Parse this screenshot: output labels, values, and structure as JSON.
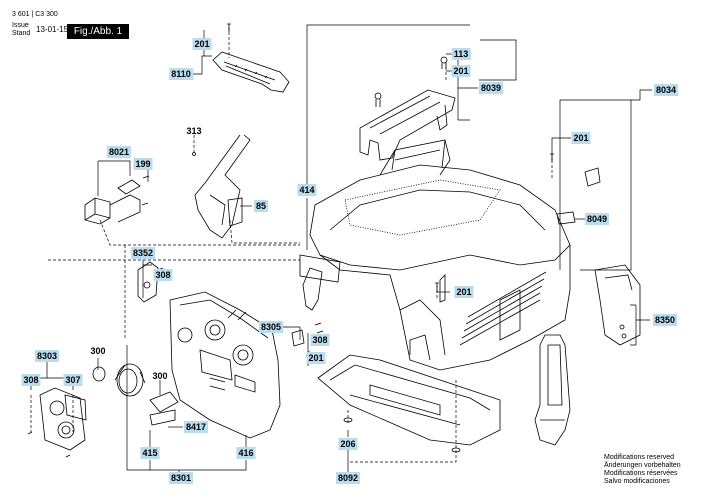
{
  "header": {
    "doc_number": "3 601 | C3 300",
    "issue_label": "Issue",
    "stand_label": "Stand",
    "issue_date": "13-01-15",
    "figure_title": "Fig./Abb. 1"
  },
  "modifications": [
    "Modifications reserved",
    "Änderungen vorbehalten",
    "Modifications réservées",
    "Salvo modificaciones"
  ],
  "parts": {
    "p201_top": "201",
    "p8110": "8110",
    "p113": "113",
    "p201_b": "201",
    "p8039": "8039",
    "p8034": "8034",
    "p313": "313",
    "p201_c": "201",
    "p8021": "8021",
    "p199": "199",
    "p414": "414",
    "p85": "85",
    "p8049": "8049",
    "p8352": "8352",
    "p308_a": "308",
    "p201_d": "201",
    "p8305": "8305",
    "p308_b": "308",
    "p8350": "8350",
    "p201_e": "201",
    "p300_a": "300",
    "p8303": "8303",
    "p308_c": "308",
    "p307": "307",
    "p300_b": "300",
    "p8417": "8417",
    "p206": "206",
    "p415": "415",
    "p416": "416",
    "p8301": "8301",
    "p8092": "8092"
  }
}
